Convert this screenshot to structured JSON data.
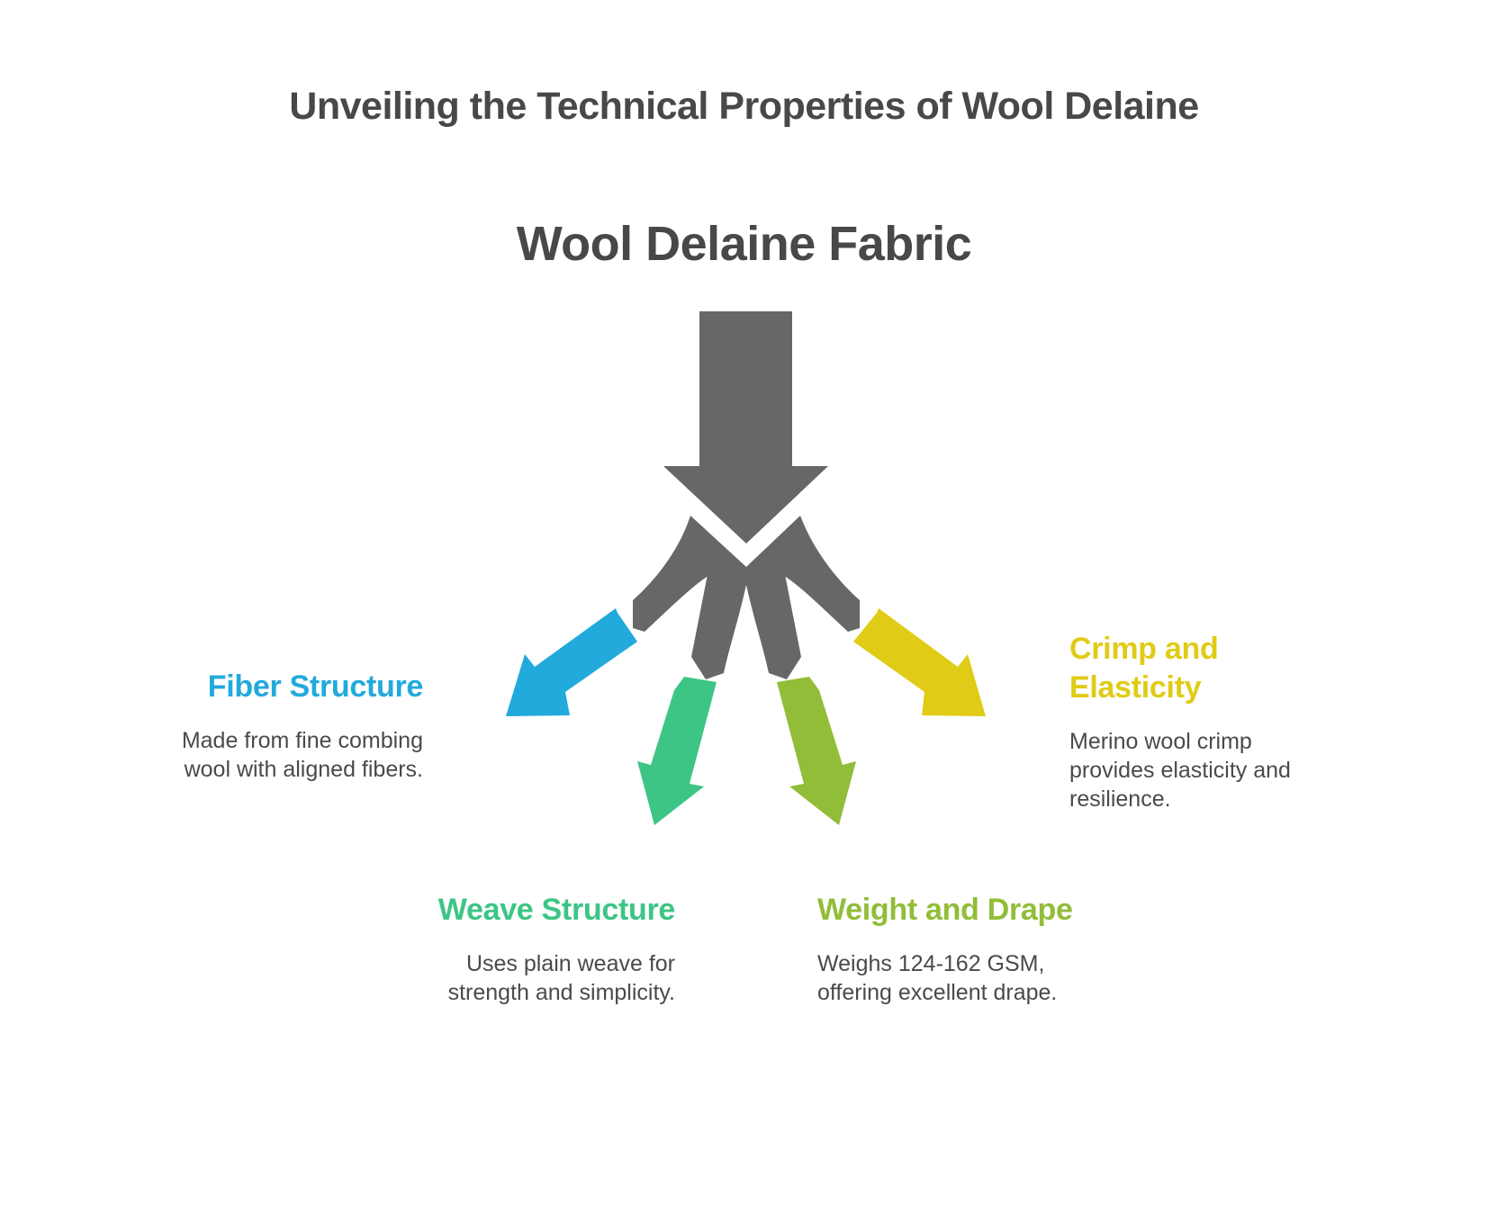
{
  "title": "Unveiling the Technical Properties of Wool Delaine",
  "center": {
    "label": "Wool Delaine Fabric",
    "color": "#676767"
  },
  "branches": [
    {
      "heading": "Fiber Structure",
      "description": "Made from fine combing wool with aligned fibers.",
      "color": "#22AADC",
      "arrow_icon": "arrow-down-left"
    },
    {
      "heading": "Weave Structure",
      "description": "Uses plain weave for strength and simplicity.",
      "color": "#3DC585",
      "arrow_icon": "arrow-down-slight-left"
    },
    {
      "heading": "Weight and Drape",
      "description": "Weighs 124-162 GSM, offering excellent drape.",
      "color": "#92BD38",
      "arrow_icon": "arrow-down-slight-right"
    },
    {
      "heading": "Crimp and Elasticity",
      "description": "Merino wool crimp provides elasticity and resilience.",
      "color": "#E0CB16",
      "arrow_icon": "arrow-down-right"
    }
  ]
}
